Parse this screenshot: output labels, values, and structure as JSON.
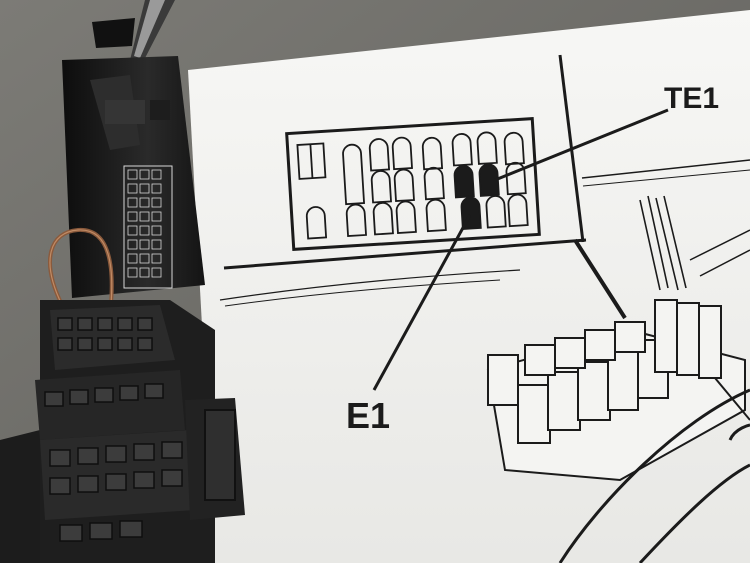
{
  "diagram": {
    "callouts": [
      {
        "id": "te1",
        "text": "TE1"
      },
      {
        "id": "e1",
        "text": "E1"
      }
    ]
  },
  "colors": {
    "background": "#6f6e6a",
    "paper": "#f4f4f2",
    "ink": "#1b1b1b",
    "fuse_box": "#1a1a1a",
    "wire": "#8a5a3c"
  }
}
